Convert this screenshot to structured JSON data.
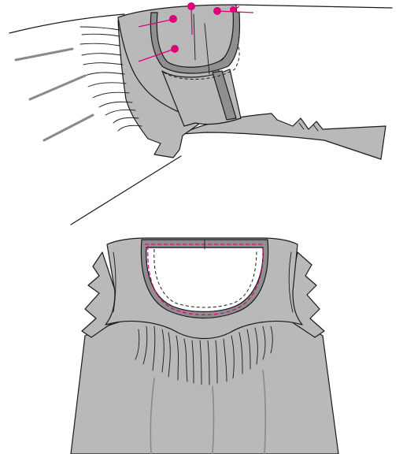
{
  "colors": {
    "fabric": "#b9b9b9",
    "fabric_dark": "#8f8f8f",
    "accent": "#e0007a"
  },
  "diagram": {
    "steps": [
      {
        "step_name": "pin-yoke-facing-to-neckline",
        "pin_count": 5
      },
      {
        "step_name": "finished-gathered-yoke-front"
      }
    ]
  }
}
